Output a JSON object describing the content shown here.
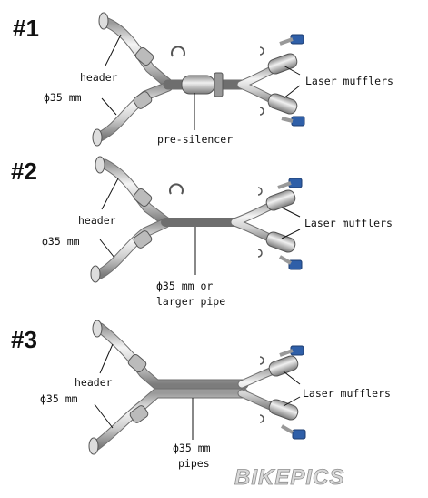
{
  "sections": [
    {
      "number": "#1",
      "labels": {
        "header": "header",
        "diameter": "ϕ35 mm",
        "middle": [
          "pre-silencer"
        ],
        "mufflers": "Laser mufflers"
      }
    },
    {
      "number": "#2",
      "labels": {
        "header": "header",
        "diameter": "ϕ35 mm",
        "middle": [
          "ϕ35 mm or",
          "larger pipe"
        ],
        "mufflers": "Laser mufflers"
      }
    },
    {
      "number": "#3",
      "labels": {
        "header": "header",
        "diameter": "ϕ35 mm",
        "middle": [
          "ϕ35 mm",
          "pipes"
        ],
        "mufflers": "Laser mufflers"
      }
    }
  ],
  "watermark": "BIKEPICS",
  "colors": {
    "tip_blue": "#2f5fa8",
    "chrome_light": "#f4f4f4",
    "chrome_dark": "#8a8a8a"
  }
}
